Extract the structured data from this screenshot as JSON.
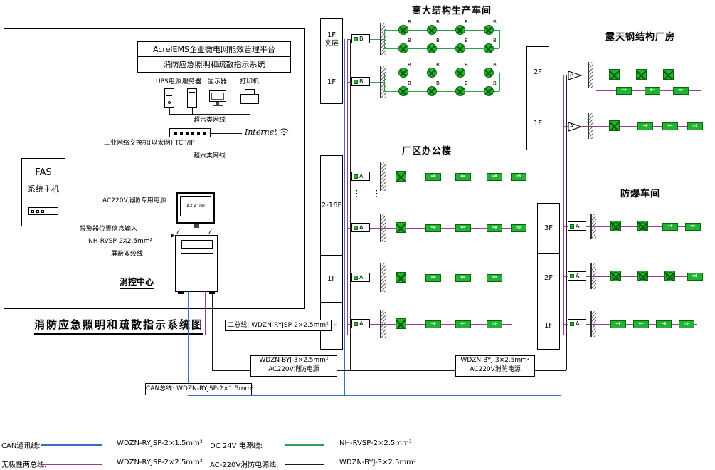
{
  "diagram_title": "消防应急照明和疏散指示系统图",
  "control_center": {
    "platform_line1": "AcrelEMS企业微电网能效管理平台",
    "platform_line2": "消防应急照明和疏散指示系统",
    "equipment": {
      "ups": "UPS电源",
      "server": "服务器",
      "display": "显示器",
      "printer": "打印机"
    },
    "net_cable_top": "超六类网线",
    "net_cable_bottom": "超六类网线",
    "internet": "Internet",
    "switch_label": "工业网络交换机(以太网) TCP/IP",
    "fas_line1": "FAS",
    "fas_line2": "系统主机",
    "ac_power": "AC220V消防专用电源",
    "alarm_input": "报警器位置信息输入",
    "alarm_cable": "NH-RVSP-2X2.5mm²",
    "shielded_pair": "屏蔽双绞线",
    "room": "消控中心",
    "monitor_model": "A-C4100"
  },
  "buildings": {
    "b1": {
      "title": "高大结构生产车间",
      "floors": [
        "1F\n夹层",
        "1F"
      ],
      "feeder": "B",
      "tag": "B"
    },
    "b2": {
      "title": "厂区办公楼",
      "floors": [
        "2-16F",
        "1F",
        "-1F"
      ],
      "feeder": "A"
    },
    "b3": {
      "title": "露天钢结构厂房",
      "floors": [
        "2F",
        "1F"
      ],
      "feeder": "A"
    },
    "b4": {
      "title": "防爆车间",
      "floors": [
        "3F",
        "2F",
        "1F"
      ],
      "feeder": "A"
    }
  },
  "wire_labels": {
    "bus2": "二总线: WDZN-RYJSP-2×2.5mm²",
    "ac_left_1": "WDZN-BYJ-3×2.5mm²",
    "ac_left_2": "AC220V消防电源",
    "ac_right_1": "WDZN-BYJ-3×2.5mm²",
    "ac_right_2": "AC220V消防电源",
    "can": "CAN总线: WDZN-RYJSP-2×1.5mm²"
  },
  "legend": {
    "can_label": "CAN通讯线:",
    "can_spec": "WDZN-RYJSP-2×1.5mm²",
    "dc_label": "DC 24V 电源线:",
    "dc_spec": "NH-RVSP-2×2.5mm²",
    "bus_label": "无极性两总线:",
    "bus_spec": "WDZN-RYJSP-2×2.5mm²",
    "ac_label": "AC-220V消防电源线:",
    "ac_spec": "WDZN-BYJ-3×2.5mm²"
  },
  "icons": {
    "arrow_right": "→",
    "arrow_left": "←",
    "exit_right": "⇨",
    "dots": "⋮"
  }
}
